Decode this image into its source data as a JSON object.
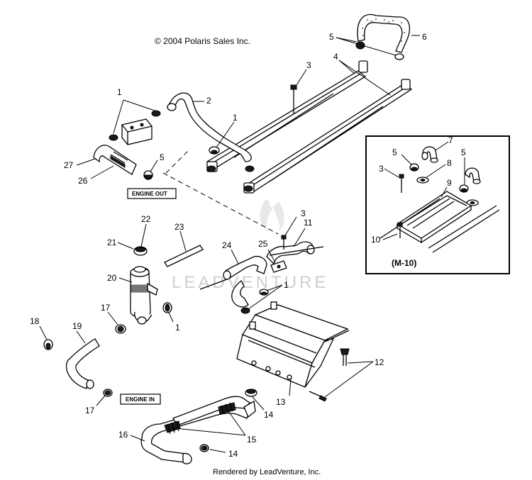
{
  "copyright": "© 2004 Polaris Sales Inc.",
  "footer": "Rendered by LeadVenture, Inc.",
  "watermark": "LEADVENTURE",
  "boxes": {
    "engine_out": "ENGINE OUT",
    "engine_in": "ENGINE IN"
  },
  "inset": {
    "label": "(M-10)"
  },
  "callouts": {
    "c1a": "1",
    "c1b": "1",
    "c1c": "1",
    "c1d": "1",
    "c2": "2",
    "c3a": "3",
    "c3b": "3",
    "c3c": "3",
    "c4": "4",
    "c5a": "5",
    "c5b": "5",
    "c5c": "5",
    "c5d": "5",
    "c6": "6",
    "c7": "7",
    "c8": "8",
    "c9": "9",
    "c10": "10",
    "c11": "11",
    "c12": "12",
    "c13": "13",
    "c14a": "14",
    "c14b": "14",
    "c15": "15",
    "c16": "16",
    "c17a": "17",
    "c17b": "17",
    "c18": "18",
    "c19": "19",
    "c20": "20",
    "c21": "21",
    "c22": "22",
    "c23": "23",
    "c24": "24",
    "c25": "25",
    "c26": "26",
    "c27": "27"
  }
}
